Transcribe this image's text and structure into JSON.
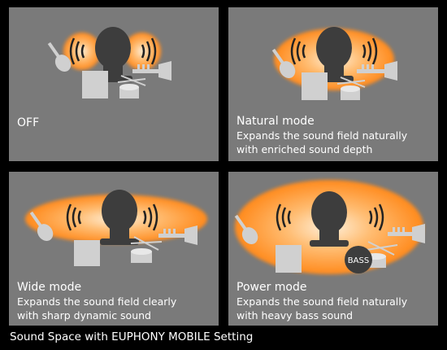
{
  "colors": {
    "background": "#000000",
    "panel": "#7a7a7a",
    "instrument": "#d0d0d0",
    "head": "#3d3d3d",
    "glow": "#ff9a33",
    "text": "#ffffff"
  },
  "icons": [
    "head-icon",
    "speaker-waves-icon",
    "guitar-icon",
    "trumpet-icon",
    "piano-icon",
    "drum-icon"
  ],
  "panels": [
    {
      "title": "OFF",
      "desc1": "",
      "desc2": ""
    },
    {
      "title": "Natural mode",
      "desc1": "Expands the sound field naturally",
      "desc2": "with enriched sound depth"
    },
    {
      "title": "Wide mode",
      "desc1": "Expands the sound field clearly",
      "desc2": "with sharp dynamic sound"
    },
    {
      "title": "Power mode",
      "desc1": "Expands the sound field naturally",
      "desc2": "with heavy bass sound",
      "badge": "BASS"
    }
  ],
  "caption": "Sound Space with EUPHONY MOBILE Setting"
}
